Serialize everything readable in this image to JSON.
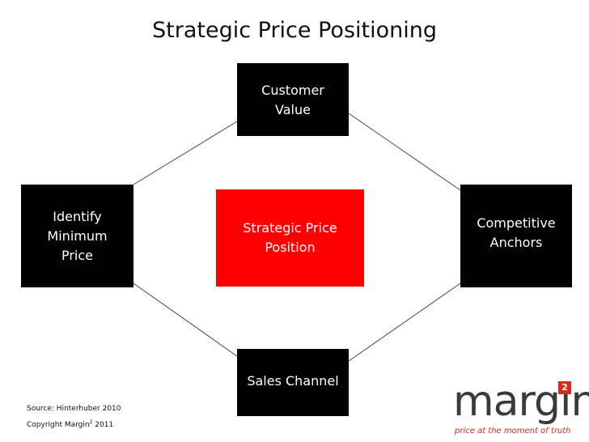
{
  "title": "Strategic Price Positioning",
  "nodes": {
    "top": "Customer\nValue",
    "left": "Identify\nMinimum\nPrice",
    "right": "Competitive\nAnchors",
    "bottom": "Sales Channel",
    "center": "Strategic Price\nPosition"
  },
  "footer": {
    "source": "Source: Hinterhuber 2010",
    "copyright_prefix": "Copyright Margin",
    "copyright_sup": "2",
    "copyright_year": " 2011"
  },
  "logo": {
    "word": "margin",
    "badge": "2",
    "tagline": "price at the moment of truth"
  },
  "colors": {
    "center_fill": "#ff0000",
    "node_fill": "#000000",
    "logo_accent": "#d62a1e"
  }
}
